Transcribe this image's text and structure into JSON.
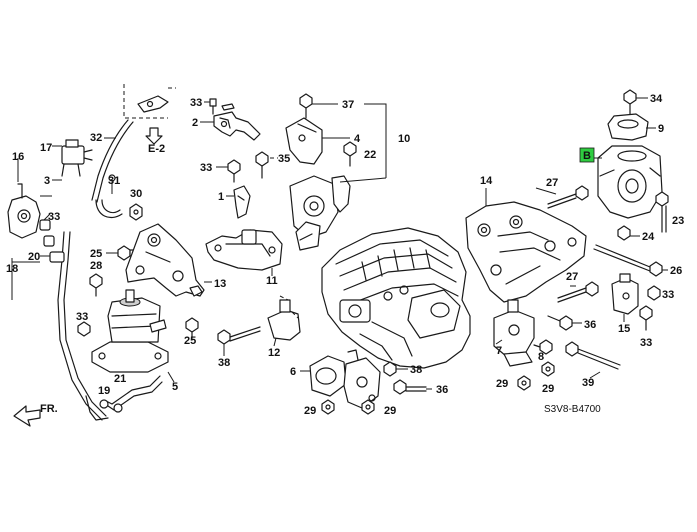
{
  "diagram_code": "S3V8-B4700",
  "direction_label": "FR.",
  "ref_e2": "E-2",
  "ref_b": "B",
  "colors": {
    "ink": "#1a1a1a",
    "highlight": "#2ecc40",
    "background": "#ffffff"
  },
  "labels": [
    {
      "id": "n33a",
      "text": "33"
    },
    {
      "id": "n2",
      "text": "2"
    },
    {
      "id": "n32",
      "text": "32"
    },
    {
      "id": "n17",
      "text": "17"
    },
    {
      "id": "n3",
      "text": "3"
    },
    {
      "id": "n16",
      "text": "16"
    },
    {
      "id": "n33b",
      "text": "33"
    },
    {
      "id": "n31",
      "text": "31"
    },
    {
      "id": "n30",
      "text": "30"
    },
    {
      "id": "n18",
      "text": "18"
    },
    {
      "id": "n20",
      "text": "20"
    },
    {
      "id": "n25a",
      "text": "25"
    },
    {
      "id": "n28",
      "text": "28"
    },
    {
      "id": "n33c",
      "text": "33"
    },
    {
      "id": "n19",
      "text": "19"
    },
    {
      "id": "n21",
      "text": "21"
    },
    {
      "id": "n5",
      "text": "5"
    },
    {
      "id": "n13",
      "text": "13"
    },
    {
      "id": "n25b",
      "text": "25"
    },
    {
      "id": "n33d",
      "text": "33"
    },
    {
      "id": "n35",
      "text": "35"
    },
    {
      "id": "n1",
      "text": "1"
    },
    {
      "id": "n11",
      "text": "11"
    },
    {
      "id": "n38a",
      "text": "38"
    },
    {
      "id": "n12",
      "text": "12"
    },
    {
      "id": "n37",
      "text": "37"
    },
    {
      "id": "n4",
      "text": "4"
    },
    {
      "id": "n10",
      "text": "10"
    },
    {
      "id": "n22",
      "text": "22"
    },
    {
      "id": "n6",
      "text": "6"
    },
    {
      "id": "n38b",
      "text": "38"
    },
    {
      "id": "n36a",
      "text": "36"
    },
    {
      "id": "n29a",
      "text": "29"
    },
    {
      "id": "n29b",
      "text": "29"
    },
    {
      "id": "n14",
      "text": "14"
    },
    {
      "id": "n27a",
      "text": "27"
    },
    {
      "id": "n34",
      "text": "34"
    },
    {
      "id": "n9",
      "text": "9"
    },
    {
      "id": "n23",
      "text": "23"
    },
    {
      "id": "n24",
      "text": "24"
    },
    {
      "id": "n26",
      "text": "26"
    },
    {
      "id": "n27b",
      "text": "27"
    },
    {
      "id": "n33e",
      "text": "33"
    },
    {
      "id": "n15",
      "text": "15"
    },
    {
      "id": "n33f",
      "text": "33"
    },
    {
      "id": "n36b",
      "text": "36"
    },
    {
      "id": "n7",
      "text": "7"
    },
    {
      "id": "n8",
      "text": "8"
    },
    {
      "id": "n39",
      "text": "39"
    },
    {
      "id": "n29c",
      "text": "29"
    },
    {
      "id": "n29d",
      "text": "29"
    }
  ]
}
